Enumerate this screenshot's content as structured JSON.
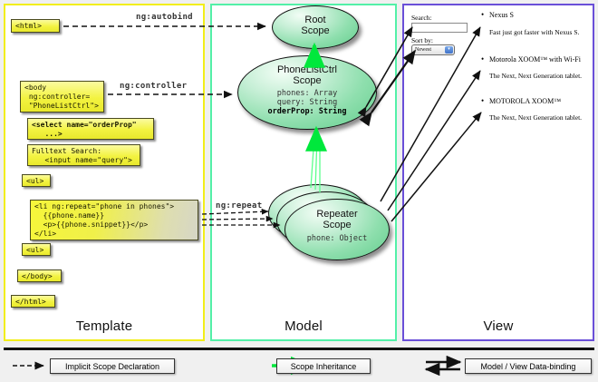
{
  "columns": [
    {
      "id": "template",
      "label": "Template",
      "border_color": "#f2ee1a"
    },
    {
      "id": "model",
      "label": "Model",
      "border_color": "#53f0a8"
    },
    {
      "id": "view",
      "label": "View",
      "border_color": "#6a4fd8"
    }
  ],
  "template": {
    "boxes": [
      {
        "id": "html-open",
        "text": "<html>"
      },
      {
        "id": "body-open",
        "text": "<body\n ng:controller=\n \"PhoneListCtrl\">"
      },
      {
        "id": "select",
        "text": "<select name=\"orderProp\"\n   ...>"
      },
      {
        "id": "search",
        "text": "Fulltext Search:\n   <input name=\"query\">"
      },
      {
        "id": "ul-open",
        "text": "<ul>"
      },
      {
        "id": "li-repeat",
        "text": "<li ng:repeat=\"phone in phones\">\n  {{phone.name}}\n  <p>{{phone.snippet}}</p>\n</li>"
      },
      {
        "id": "ul-close",
        "text": "<ul>"
      },
      {
        "id": "body-close",
        "text": "</body>"
      },
      {
        "id": "html-close",
        "text": "</html>"
      }
    ]
  },
  "model": {
    "scopes": [
      {
        "id": "root",
        "title": "Root\nScope",
        "members": []
      },
      {
        "id": "phonelistctrl",
        "title": "PhoneListCtrl\nScope",
        "members": [
          "phones: Array",
          "query: String",
          "orderProp: String"
        ],
        "bold_members": [
          "orderProp: String"
        ]
      },
      {
        "id": "repeater",
        "title": "Repeater\nScope",
        "members": [
          "phone: Object"
        ]
      }
    ]
  },
  "view": {
    "search_label": "Search:",
    "search_value": "",
    "search_placeholder": "",
    "sort_label": "Sort by:",
    "sort_selected": "Newest",
    "sort_options": [
      "Newest"
    ],
    "phones": [
      {
        "name": "Nexus S",
        "snippet": "Fast just got faster with Nexus S."
      },
      {
        "name": "Motorola XOOM™ with Wi-Fi",
        "snippet": "The Next, Next Generation tablet."
      },
      {
        "name": "MOTOROLA XOOM™",
        "snippet": "The Next, Next Generation tablet."
      }
    ]
  },
  "edges": {
    "autobind": "ng:autobind",
    "controller": "ng:controller",
    "repeat": "ng:repeat"
  },
  "legend": [
    {
      "id": "implicit",
      "label": "Implicit Scope Declaration",
      "style": "dashed-arrow",
      "color": "#111111"
    },
    {
      "id": "inheritance",
      "label": "Scope Inheritance",
      "style": "solid-arrow",
      "color": "#00e83c"
    },
    {
      "id": "databinding",
      "label": "Model / View Data-binding",
      "style": "double-arrow",
      "color": "#111111"
    }
  ]
}
